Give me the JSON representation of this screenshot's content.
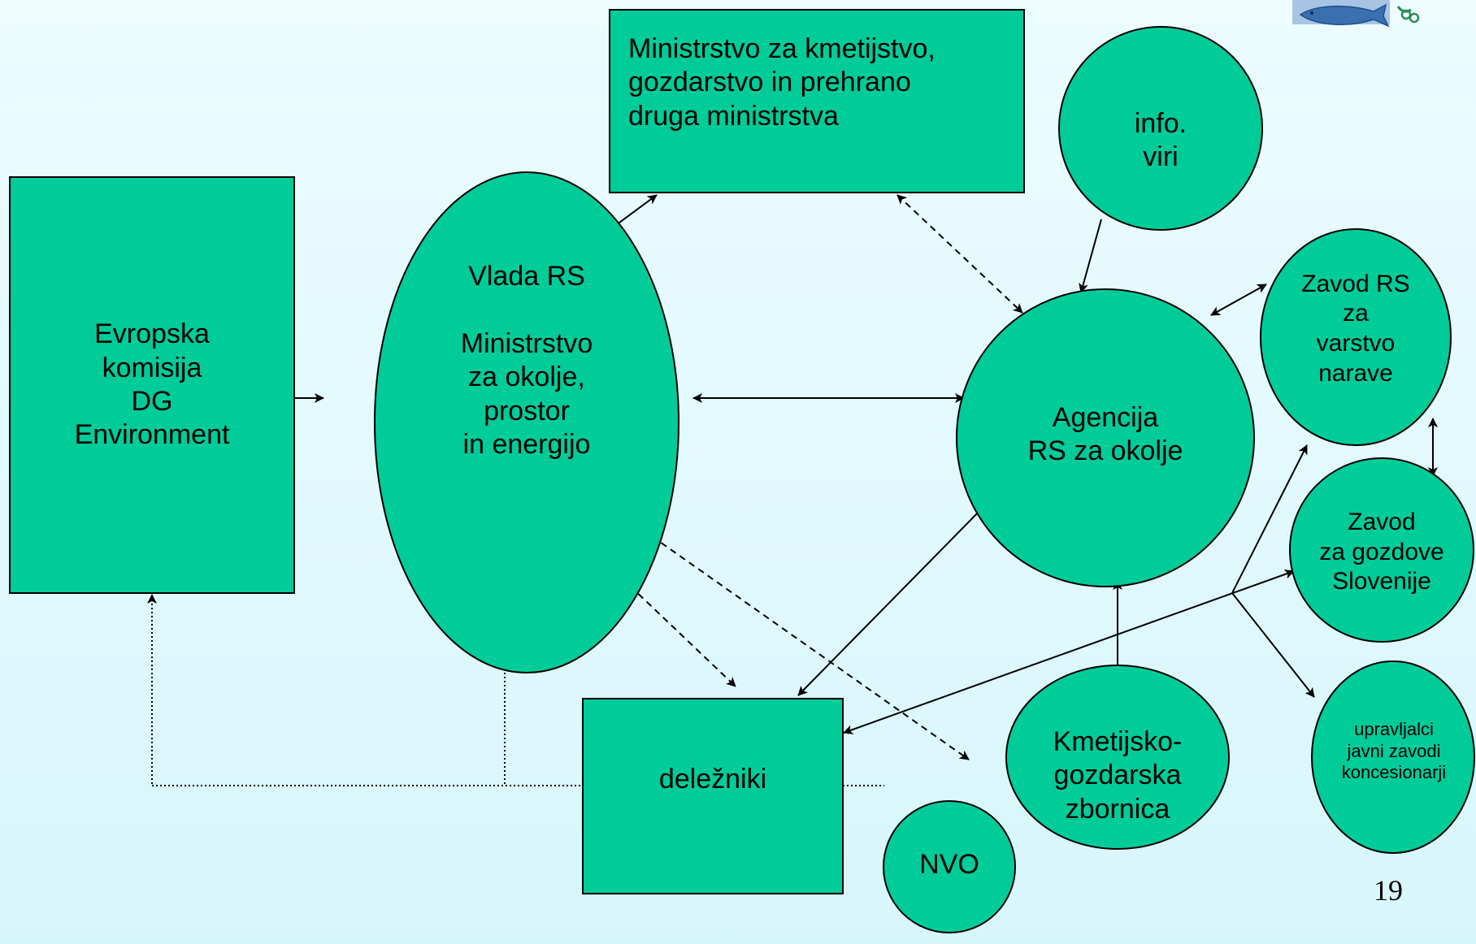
{
  "nodes": {
    "evropska": "Evropska\nkomisija\nDG\nEnvironment",
    "ministrstvo_kmetijstvo": "Ministrstvo za kmetijstvo,\ngozdarstvo in prehrano\ndruga ministrstva",
    "info": "info.\nviri",
    "vlada": "Vlada RS\n\nMinistrstvo\nza okolje,\nprostor\nin energijo",
    "agencija": "Agencija\nRS za okolje",
    "zavod_narave": "Zavod RS\nza\nvarstvo\nnarave",
    "zavod_gozdove": "Zavod\nza gozdove\nSlovenije",
    "upravljalci": "upravljalci\njavni zavodi\nkoncesionarji",
    "delezniki": "deležniki",
    "kgz": "Kmetijsko-\ngozdarska\nzbornica",
    "nvo": "NVO"
  },
  "page_number": "19",
  "colors": {
    "node_fill": "#00cc99",
    "stroke": "#000000",
    "background_top": "#ecfcff",
    "background_bottom": "#d7f6fc"
  },
  "logo": {
    "icon": "fish-logo-icon"
  }
}
